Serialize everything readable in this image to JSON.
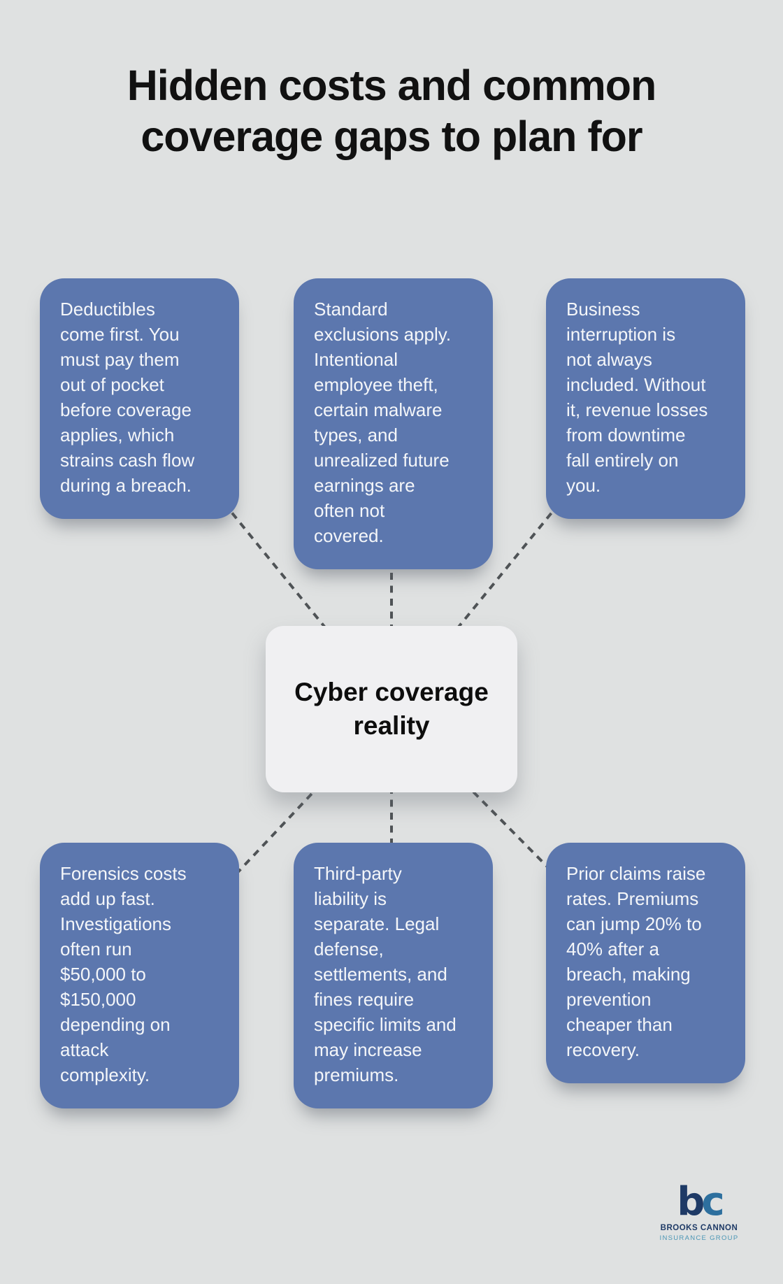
{
  "title": "Hidden costs and common\ncoverage gaps to plan for",
  "center": {
    "label": "Cyber coverage\nreality"
  },
  "boxes": [
    {
      "id": "deductibles",
      "text": "Deductibles\ncome first. You\nmust pay them\nout of pocket\nbefore coverage\napplies, which\nstrains cash flow\nduring a breach."
    },
    {
      "id": "exclusions",
      "text": "Standard\nexclusions apply.\nIntentional\nemployee theft,\ncertain malware\ntypes, and\nunrealized future\nearnings are\noften not\ncovered."
    },
    {
      "id": "business-interruption",
      "text": "Business\ninterruption is\nnot always\nincluded. Without\nit, revenue losses\nfrom downtime\nfall entirely on\nyou."
    },
    {
      "id": "forensics",
      "text": "Forensics costs\nadd up fast.\nInvestigations\noften run\n$50,000 to\n$150,000\ndepending on\nattack\ncomplexity."
    },
    {
      "id": "third-party",
      "text": "Third-party\nliability is\nseparate. Legal\ndefense,\nsettlements, and\nfines require\nspecific limits and\nmay increase\npremiums."
    },
    {
      "id": "prior-claims",
      "text": "Prior claims raise\nrates. Premiums\ncan jump 20% to\n40% after a\nbreach, making\nprevention\ncheaper than\nrecovery."
    }
  ],
  "logo": {
    "monogram_b": "b",
    "monogram_c": "c",
    "name": "BROOKS CANNON",
    "tagline": "INSURANCE GROUP"
  },
  "colors": {
    "background": "#dfe1e1",
    "box_blue": "#5c77ae",
    "box_text": "#f4f6f9",
    "center_box_bg": "#f0f0f2",
    "title_text": "#111111",
    "connector": "#4f5356",
    "logo_navy": "#1e3a66",
    "logo_blue": "#2d6f9e",
    "logo_tagline_blue": "#4c96b5"
  }
}
